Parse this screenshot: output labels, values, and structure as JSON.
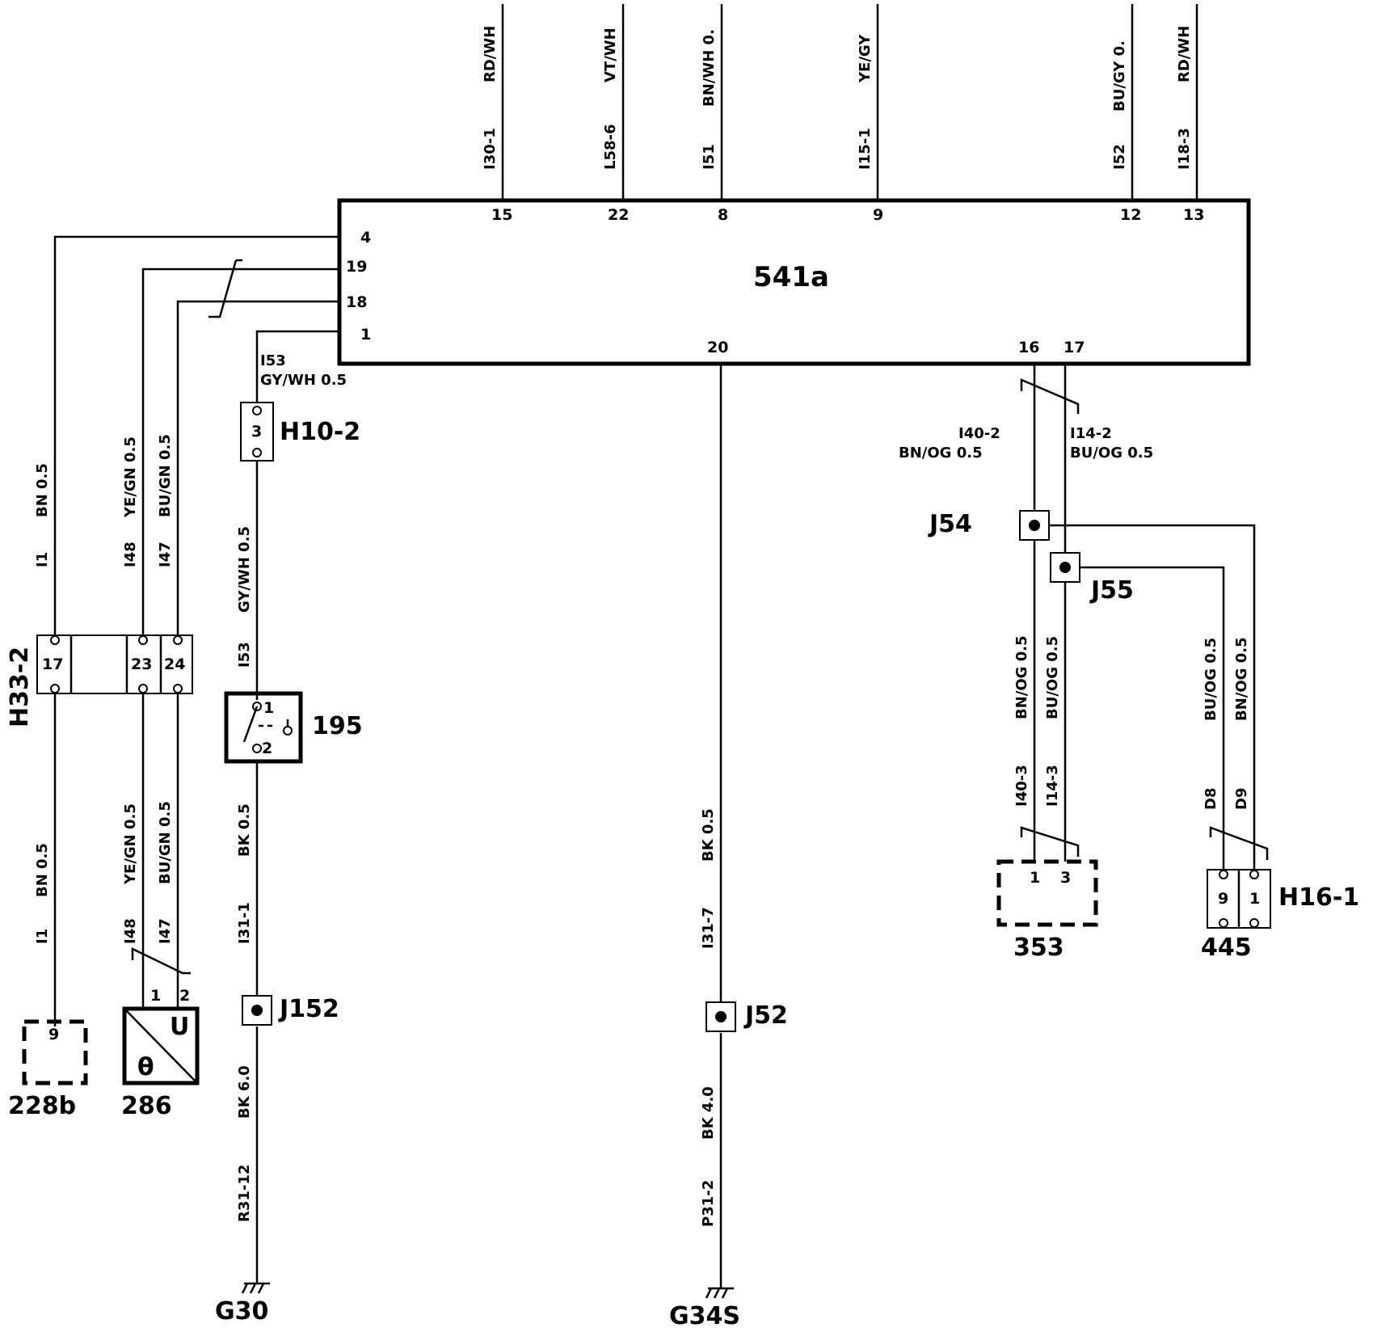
{
  "components": {
    "ecu": "541a",
    "fuse_connector_top": "H10-2",
    "connector_left": "H33-2",
    "switch": "195",
    "sensor": "286",
    "left_dashed": "228b",
    "right_dashed": "353",
    "connector_right_label": "H16-1",
    "connector_right_num": "445",
    "junction_j54": "J54",
    "junction_j55": "J55",
    "junction_j152": "J152",
    "junction_j52": "J52",
    "ground_g30": "G30",
    "ground_g34s": "G34S"
  },
  "top_wires": [
    {
      "id": "I30-1",
      "color": "RD/WH",
      "pin": "15"
    },
    {
      "id": "L58-6",
      "color": "VT/WH",
      "pin": "22"
    },
    {
      "id": "I51",
      "color": "BN/WH 0.",
      "pin": "8"
    },
    {
      "id": "I15-1",
      "color": "YE/GY",
      "pin": "9"
    },
    {
      "id": "I52",
      "color": "BU/GY 0.",
      "pin": "12"
    },
    {
      "id": "I18-3",
      "color": "RD/WH",
      "pin": "13"
    }
  ],
  "ecu_pins_left": [
    "4",
    "19",
    "18",
    "1"
  ],
  "ecu_pins_bottom": [
    "20",
    "16",
    "17"
  ],
  "wires": {
    "i53_top_id": "I53",
    "i53_top_color": "GY/WH 0.5",
    "i53_mid_color": "GY/WH 0.5",
    "i53_mid_id": "I53",
    "i1_upper": "I1",
    "bn_upper": "BN 0.5",
    "i48_upper": "I48",
    "yegn_upper": "YE/GN 0.5",
    "i47_upper": "I47",
    "bugn_upper": "BU/GN 0.5",
    "i1_lower": "I1",
    "bn_lower": "BN 0.5",
    "i48_lower": "I48",
    "yegn_lower": "YE/GN 0.5",
    "i47_lower": "I47",
    "bugn_lower": "BU/GN 0.5",
    "bk_switch": "BK 0.5",
    "i31_1": "I31-1",
    "bk_g30": "BK 6.0",
    "r31_12": "R31-12",
    "bk_mid": "BK 0.5",
    "i31_7": "I31-7",
    "bk_g34": "BK 4.0",
    "p31_2": "P31-2",
    "i40_2": "I40-2",
    "bnog_top": "BN/OG 0.5",
    "i14_2": "I14-2",
    "buog_top": "BU/OG 0.5",
    "bnog_mid": "BN/OG 0.5",
    "i40_3": "I40-3",
    "buog_mid": "BU/OG 0.5",
    "i14_3": "I14-3",
    "d8": "D8",
    "d8_color": "BU/OG 0.5",
    "d9": "D9",
    "d9_color": "BN/OG 0.5"
  },
  "pins": {
    "h10_2": "3",
    "h33_17": "17",
    "h33_23": "23",
    "h33_24": "24",
    "sw_1": "1",
    "sw_2": "2",
    "sensor_1": "1",
    "sensor_2": "2",
    "sensor_u": "U",
    "sensor_theta": "θ",
    "c228b": "9",
    "c353_1": "1",
    "c353_3": "3",
    "h16_9": "9",
    "h16_1": "1"
  }
}
